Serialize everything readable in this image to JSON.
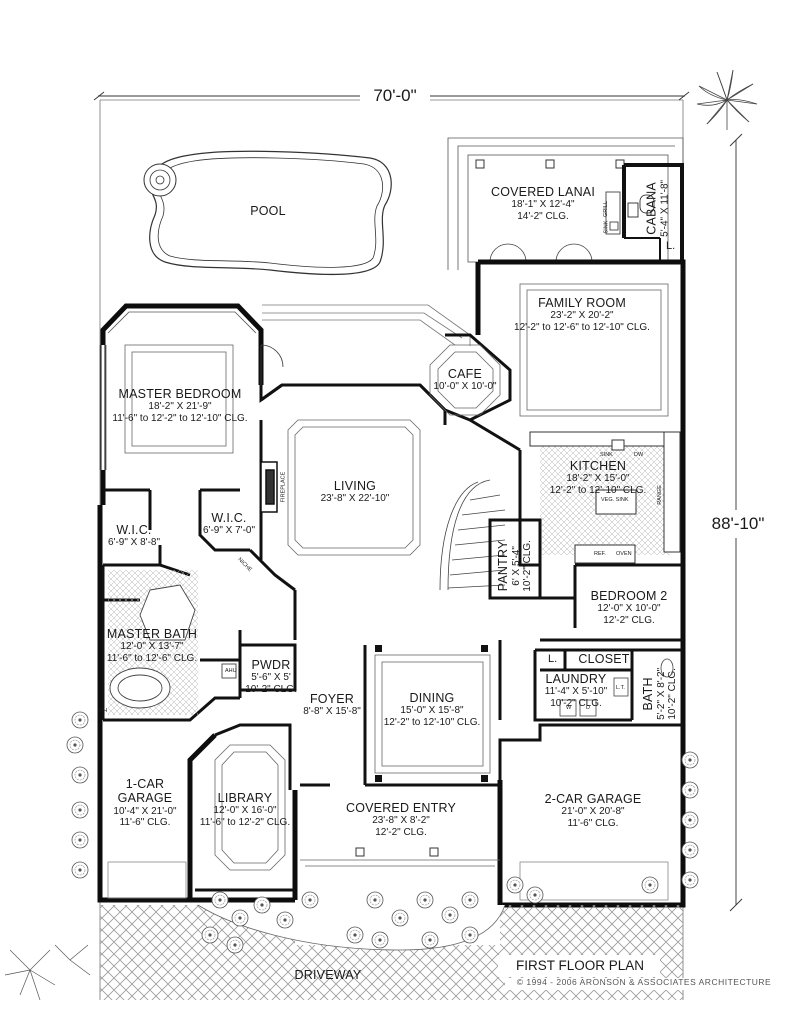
{
  "dimensions": {
    "width": "70'-0\"",
    "depth": "88'-10\""
  },
  "rooms": {
    "pool": {
      "name": "POOL"
    },
    "covered_lanai": {
      "name": "COVERED LANAI",
      "size": "18'-1\" X 12'-4\"",
      "ceiling": "14'-2\" CLG."
    },
    "cabana": {
      "name": "CABANA",
      "size": "5'-4\" X 11'-8\""
    },
    "family_room": {
      "name": "FAMILY ROOM",
      "size": "23'-2\" X 20'-2\"",
      "ceiling": "12'-2\" to 12'-6\" to 12'-10\" CLG."
    },
    "cafe": {
      "name": "CAFE",
      "size": "10'-0\" X 10'-0\""
    },
    "master_bedroom": {
      "name": "MASTER BEDROOM",
      "size": "18'-2\" X 21'-9\"",
      "ceiling": "11'-6\" to 12'-2\" to 12'-10\" CLG."
    },
    "living": {
      "name": "LIVING",
      "size": "23'-8\" X 22'-10\""
    },
    "kitchen": {
      "name": "KITCHEN",
      "size": "18'-2\" X 15'-0\"",
      "ceiling": "12'-2\" to 12'-10\" CLG."
    },
    "wic_left": {
      "name": "W.I.C.",
      "size": "6'-9\" X 8'-8\""
    },
    "wic_right": {
      "name": "W.I.C.",
      "size": "6'-9\" X 7'-0\""
    },
    "pantry": {
      "name": "PANTRY",
      "size": "6' X 5'-4\"",
      "ceiling": "10'-2\" CLG."
    },
    "bedroom2": {
      "name": "BEDROOM 2",
      "size": "12'-0\" X 10'-0\"",
      "ceiling": "12'-2\" CLG."
    },
    "master_bath": {
      "name": "MASTER BATH",
      "size": "12'-0\" X 13'-7\"",
      "ceiling": "11'-6\" to 12'-6\" CLG."
    },
    "pwdr": {
      "name": "PWDR",
      "size": "5'-6\" X 5'",
      "ceiling": "10'-2\" CLG."
    },
    "foyer": {
      "name": "FOYER",
      "size": "8'-8\" X 15'-8\""
    },
    "dining": {
      "name": "DINING",
      "size": "15'-0\" X 15'-8\"",
      "ceiling": "12'-2\" to 12'-10\" CLG."
    },
    "laundry": {
      "name": "LAUNDRY",
      "size": "11'-4\" X 5'-10\"",
      "ceiling": "10'-2\" CLG."
    },
    "closet": {
      "name": "CLOSET"
    },
    "bath": {
      "name": "BATH",
      "size": "5'-2\" X 8'-2\"",
      "ceiling": "10'-2\" CLG."
    },
    "one_car_garage": {
      "name": "1-CAR",
      "name2": "GARAGE",
      "size": "10'-4\" X 21'-0\"",
      "ceiling": "11'-6\" CLG."
    },
    "library": {
      "name": "LIBRARY",
      "size": "12'-0\" X 16'-0\"",
      "ceiling": "11'-6\" to 12'-2\" CLG."
    },
    "covered_entry": {
      "name": "COVERED ENTRY",
      "size": "23'-8\" X 8'-2\"",
      "ceiling": "12'-2\" CLG."
    },
    "two_car_garage": {
      "name": "2-CAR GARAGE",
      "size": "21'-0\" X 20'-8\"",
      "ceiling": "11'-6\" CLG."
    },
    "driveway": {
      "name": "DRIVEWAY"
    }
  },
  "fixtures": {
    "fireplace": "FIREPLACE",
    "niche": "NICHE",
    "grill": "GRILL",
    "sink": "SINK",
    "dw": "DW",
    "range": "RANGE",
    "veg_sink": "VEG. SINK",
    "ref": "REF.",
    "oven": "OVEN",
    "ahu": "AHU",
    "linen": "L.",
    "wh": "WH",
    "washer": "W",
    "dryer": "D",
    "laundry_tub": "L.T."
  },
  "plan_title": "FIRST FLOOR PLAN",
  "copyright": "© 1994 - 2006 ARONSON & ASSOCIATES ARCHITECTURE"
}
